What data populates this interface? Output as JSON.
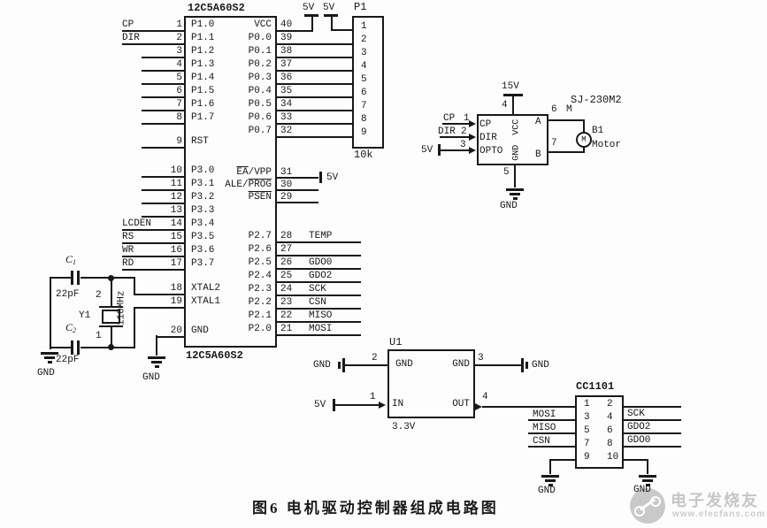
{
  "figure": {
    "caption": "图6 电机驱动控制器组成电路图"
  },
  "watermark": {
    "brand": "电子发烧友",
    "url": "www.elecfans.com"
  },
  "colors": {
    "ink": "#181818",
    "watermark_gray": "#c9c9c9",
    "background": "#fdfdfd"
  },
  "mcu": {
    "title_top": "12C5A60S2",
    "title_bottom": "12C5A60S2",
    "left_p1": [
      {
        "net": "CP",
        "num": "1",
        "name": "P1.0"
      },
      {
        "net": "DIR",
        "num": "2",
        "name": "P1.1"
      },
      {
        "net": "",
        "num": "3",
        "name": "P1.2"
      },
      {
        "net": "",
        "num": "4",
        "name": "P1.3"
      },
      {
        "net": "",
        "num": "5",
        "name": "P1.4"
      },
      {
        "net": "",
        "num": "6",
        "name": "P1.5"
      },
      {
        "net": "",
        "num": "7",
        "name": "P1.6"
      },
      {
        "net": "",
        "num": "8",
        "name": "P1.7"
      }
    ],
    "rst": {
      "num": "9",
      "name": "RST"
    },
    "left_p3": [
      {
        "net": "",
        "num": "10",
        "name": "P3.0"
      },
      {
        "net": "",
        "num": "11",
        "name": "P3.1"
      },
      {
        "net": "",
        "num": "12",
        "name": "P3.2"
      },
      {
        "net": "",
        "num": "13",
        "name": "P3.3"
      },
      {
        "net": "LCDEN",
        "num": "14",
        "name": "P3.4"
      },
      {
        "net": "RS",
        "num": "15",
        "name": "P3.5"
      },
      {
        "net": "WR",
        "num": "16",
        "name": "P3.6"
      },
      {
        "net": "RD",
        "num": "17",
        "name": "P3.7"
      }
    ],
    "xtal_pins": [
      {
        "num": "18",
        "name": "XTAL2"
      },
      {
        "num": "19",
        "name": "XTAL1"
      }
    ],
    "gnd_pin": {
      "num": "20",
      "name": "GND",
      "net": "GND"
    },
    "right_p0": [
      {
        "name": "VCC",
        "num": "40"
      },
      {
        "name": "P0.0",
        "num": "39"
      },
      {
        "name": "P0.1",
        "num": "38"
      },
      {
        "name": "P0.2",
        "num": "37"
      },
      {
        "name": "P0.3",
        "num": "36"
      },
      {
        "name": "P0.4",
        "num": "35"
      },
      {
        "name": "P0.5",
        "num": "34"
      },
      {
        "name": "P0.6",
        "num": "33"
      },
      {
        "name": "P0.7",
        "num": "32"
      }
    ],
    "right_ctrl": [
      {
        "pre": "",
        "ov": "EA",
        "rest": "/VPP",
        "num": "31"
      },
      {
        "pre": "ALE/",
        "ov": "PROG",
        "rest": "",
        "num": "30"
      },
      {
        "pre": "",
        "ov": "PSEN",
        "rest": "",
        "num": "29"
      }
    ],
    "ea_net": "5V",
    "right_p2": [
      {
        "name": "P2.7",
        "num": "28",
        "net": "TEMP"
      },
      {
        "name": "P2.6",
        "num": "27",
        "net": ""
      },
      {
        "name": "P2.5",
        "num": "26",
        "net": "GDO0"
      },
      {
        "name": "P2.4",
        "num": "25",
        "net": "GDO2"
      },
      {
        "name": "P2.3",
        "num": "24",
        "net": "SCK"
      },
      {
        "name": "P2.2",
        "num": "23",
        "net": "CSN"
      },
      {
        "name": "P2.1",
        "num": "22",
        "net": "MISO"
      },
      {
        "name": "P2.0",
        "num": "21",
        "net": "MOSI"
      }
    ]
  },
  "p1": {
    "title": "P1",
    "value": "10k",
    "supply1": "5V",
    "supply2": "5V",
    "pins": [
      "1",
      "2",
      "3",
      "4",
      "5",
      "6",
      "7",
      "8",
      "9"
    ]
  },
  "xtal_circuit": {
    "c1": {
      "sym": "C",
      "sub": "1"
    },
    "c1_val": "22pF",
    "c2": {
      "sym": "C",
      "sub": "2"
    },
    "c2_val": "22pF",
    "name": "Y1",
    "freq": "110MHz",
    "pin_top": "2",
    "pin_bottom": "1",
    "gnd_left": "GND",
    "gnd_pin20": "GND"
  },
  "driver": {
    "title": "SJ-230M2",
    "in_cp": {
      "net": "CP",
      "num": "1",
      "name": "CP"
    },
    "in_dir": {
      "net": "DIR",
      "num": "2",
      "name": "DIR"
    },
    "in_opto": {
      "net": "5V",
      "num": "3",
      "name": "OPTO"
    },
    "vcc": {
      "num": "4",
      "name": "VCC",
      "net": "15V"
    },
    "gnd": {
      "num": "5",
      "name": "GND",
      "net": "GND"
    },
    "out_a": {
      "num": "6",
      "name": "A",
      "net": "M"
    },
    "out_b": {
      "num": "7",
      "name": "B"
    },
    "motor": {
      "ref": "B1",
      "label": "Motor",
      "symbol": "M"
    }
  },
  "reg": {
    "title": "U1",
    "out_voltage": "3.3V",
    "gnd_l": {
      "num": "2",
      "name": "GND",
      "net": "GND"
    },
    "in": {
      "num": "1",
      "name": "IN",
      "net": "5V"
    },
    "gnd_r": {
      "num": "3",
      "name": "GND",
      "net": "GND"
    },
    "out": {
      "num": "4",
      "name": "OUT"
    }
  },
  "rf": {
    "title": "CC1101",
    "rows": [
      {
        "l": "1",
        "r": "2"
      },
      {
        "l": "3",
        "r": "4"
      },
      {
        "l": "5",
        "r": "6"
      },
      {
        "l": "7",
        "r": "8"
      },
      {
        "l": "9",
        "r": "10"
      }
    ],
    "left_nets": [
      "MOSI",
      "MISO",
      "CSN"
    ],
    "right_nets": [
      "SCK",
      "GDO2",
      "GDO0"
    ],
    "gnd_l": "GND",
    "gnd_r": "GND"
  }
}
